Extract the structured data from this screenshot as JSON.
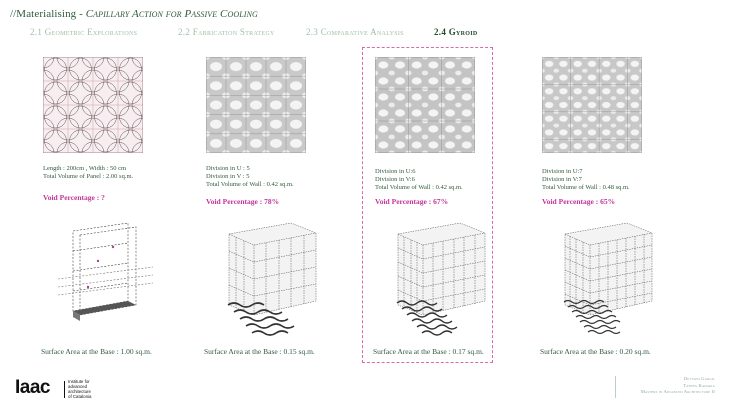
{
  "header": {
    "prefix": "//Materialising - ",
    "subtitle": "Capillary Action for Passive Cooling"
  },
  "tabs": [
    {
      "label": "2.1 Geometric Explorations",
      "active": false
    },
    {
      "label": "2.2 Fabrication Strategy",
      "active": false
    },
    {
      "label": "2.3 Comparative Analysis",
      "active": false
    },
    {
      "label": "2.4 Gyroid",
      "active": true
    }
  ],
  "panels": [
    {
      "lines": [
        "Length : 200cm  , Width : 50 cm",
        "Total Volume of Panel : 2.00 sq.m."
      ],
      "void": "Void Percentage : ?",
      "surface": "Surface Area at the Base : 1.00 sq.m."
    },
    {
      "lines": [
        "Division in U : 5",
        "Division in V : 5",
        "Total Volume of Wall : 0.42 sq.m."
      ],
      "void": "Void Percentage : 78%",
      "surface": "Surface Area at the Base : 0.15 sq.m."
    },
    {
      "lines": [
        "Division in U:6",
        "Division in V:6",
        "Total Volume of Wall : 0.42 sq.m."
      ],
      "void": "Void Percentage : 67%",
      "surface": "Surface Area at the Base : 0.17 sq.m."
    },
    {
      "lines": [
        "Division in U:7",
        "Division in V:7",
        "Total Volume of Wall : 0.48 sq.m."
      ],
      "void": "Void Percentage : 65%",
      "surface": "Surface Area at the Base : 0.20 sq.m."
    }
  ],
  "footer": {
    "logo": "Iaac",
    "logo_text": [
      "Institute for",
      "advanced",
      "architecture",
      "of Catalonia"
    ],
    "credits": [
      "Devyani  Gadgil",
      "Tathya Kadakia",
      "Masters in Advanced Architecture II"
    ]
  },
  "colors": {
    "accent": "#c2359a",
    "text": "#2f5a3c",
    "tab_inactive": "#9ebfa5",
    "highlight_border": "#d86aa8"
  }
}
